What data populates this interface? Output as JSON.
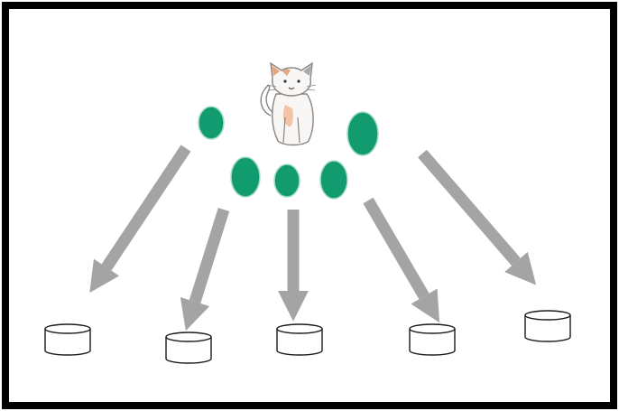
{
  "colors": {
    "frame": "#000000",
    "background": "#ffffff",
    "ball": "#119b6f",
    "ball_outline": "#a8dcc9",
    "arrow": "#a4a4a4",
    "bucket_stroke": "#1a1a1a",
    "cat_body": "#f9f7f5",
    "cat_outline": "#8a8480",
    "cat_patch_orange": "#e8a680",
    "cat_patch_gray": "#a8a8a8",
    "cat_belly": "#f3c3a6"
  },
  "icons": {
    "cat": "sitting-cat-icon",
    "ball": "green-ball-icon",
    "arrow": "down-arrow-icon",
    "bucket": "bucket-icon"
  },
  "balls": [
    "ball-1",
    "ball-2",
    "ball-3",
    "ball-4",
    "ball-5",
    "ball-6"
  ],
  "arrows": [
    "arrow-1",
    "arrow-2",
    "arrow-3",
    "arrow-4",
    "arrow-5"
  ],
  "buckets": [
    "bucket-1",
    "bucket-2",
    "bucket-3",
    "bucket-4",
    "bucket-5"
  ]
}
